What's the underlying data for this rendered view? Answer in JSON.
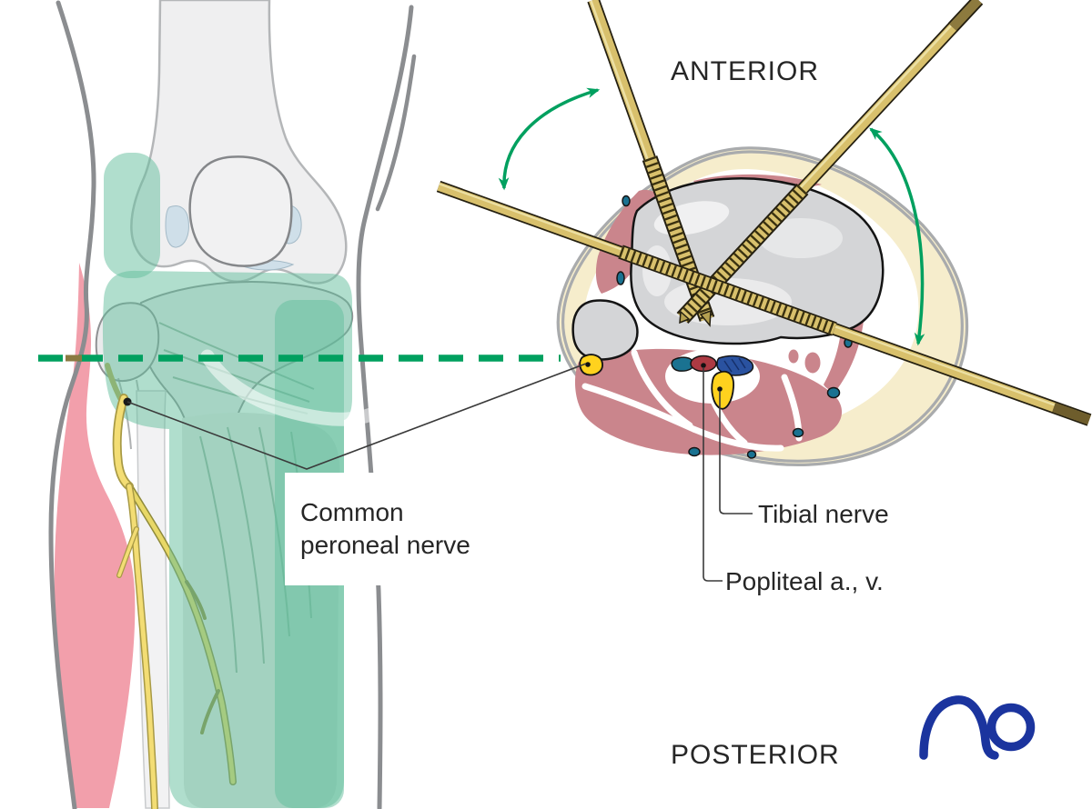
{
  "labels": {
    "anterior": "ANTERIOR",
    "posterior": "POSTERIOR",
    "common_peroneal_line1": "Common",
    "common_peroneal_line2": "peroneal nerve",
    "tibial_nerve": "Tibial nerve",
    "popliteal": "Popliteal a., v."
  },
  "logo": {
    "brand": "AO"
  },
  "colors": {
    "accent_green": "#00a05f",
    "ao_blue": "#1b349e",
    "fat_cream": "#f6edcc",
    "bone_gray": "#d4d5d7",
    "muscle_pink": "#ca858c",
    "leg_muscle_pink": "#f29fab",
    "artery_red": "#ac3a43",
    "vein_navy": "#2a52a0",
    "vein_teal": "#1a7291",
    "nerve_yellow": "#ffd21e",
    "leg_nerve_yellow": "#f3dd74",
    "safe_zone_teal": "#62bd9b",
    "pin_gold": "#d8c06c",
    "leader_gray": "#3a3a3a",
    "label_text": "#262626"
  }
}
